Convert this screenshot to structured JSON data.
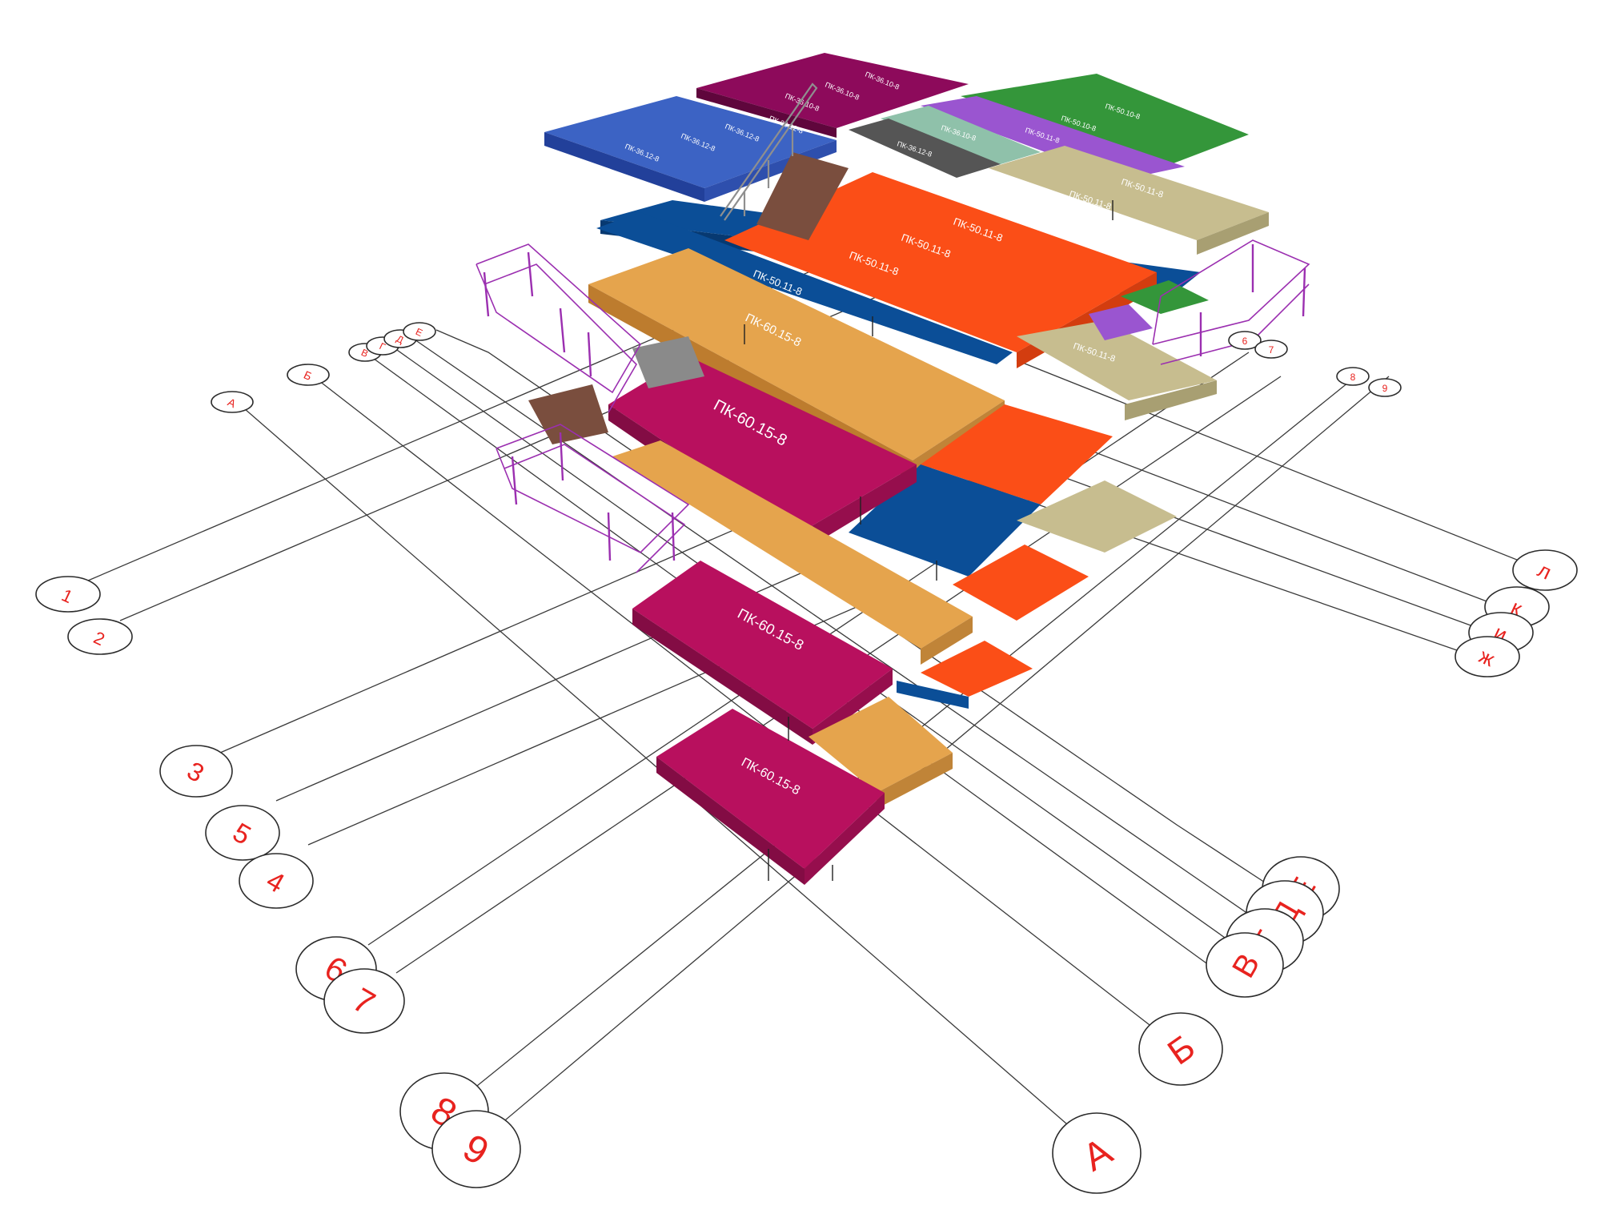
{
  "colors": {
    "crimson": "#b8105e",
    "tan": "#e5a44d",
    "orange": "#fb4e17",
    "navy": "#0b4e97",
    "khaki": "#c7bd8f",
    "green": "#34963a",
    "violet": "#9a55d0",
    "mint": "#8fc1aa",
    "gray": "#555555",
    "purple": "#8d0a5b",
    "blue": "#3c63c4",
    "axis_red": "#e8231f",
    "railing": "#9b2fb0"
  },
  "slabs": {
    "top_purple_1": "ПК-36.10-8",
    "top_purple_2": "ПК-36.10-8",
    "top_purple_3": "ПК-36.10-8",
    "top_blue_1": "ПК-36.12-8",
    "top_blue_2": "ПК-36.12-8",
    "top_blue_3": "ПК-36.12-8",
    "top_blue_4": "ПК-36.12-8",
    "top_green_1": "ПК-50.10-8",
    "top_green_2": "ПК-50.10-8",
    "top_violet": "ПК-50.11-8",
    "top_mint": "ПК-36.10-8",
    "top_gray": "ПК-36.12-8",
    "top_khaki_1": "ПК-50.11-8",
    "top_khaki_2": "ПК-50.11-8",
    "navy_top": "ПК-50.11-8",
    "orange_1": "ПК-50.11-8",
    "orange_2": "ПК-50.11-8",
    "orange_3": "ПК-50.11-8",
    "navy_mid": "ПК-50.11-8",
    "tan_big": "ПК-60.15-8",
    "crimson_1": "ПК-60.15-8",
    "mid_khaki_1": "ПК-50.11-8",
    "mid_khaki_2": "ПК-50.11-8",
    "crimson_2": "ПК-60.15-8",
    "crimson_3": "ПК-60.15-8"
  },
  "axes": {
    "far_a": "А",
    "far_b": "Б",
    "far_v": "В",
    "far_g": "Г",
    "far_d": "Д",
    "far_e": "Е",
    "far_6": "6",
    "far_7": "7",
    "far_8": "8",
    "far_9": "9",
    "left_1": "1",
    "left_2": "2",
    "left_3": "3",
    "left_5": "5",
    "left_4": "4",
    "left_6": "6",
    "left_7": "7",
    "left_8": "8",
    "left_9": "9",
    "right_l": "л",
    "right_k": "к",
    "right_i": "и",
    "right_zh": "ж",
    "br_e": "Е",
    "br_d": "Д",
    "br_g": "Г",
    "br_v": "В",
    "br_b": "Б",
    "br_a": "А"
  }
}
